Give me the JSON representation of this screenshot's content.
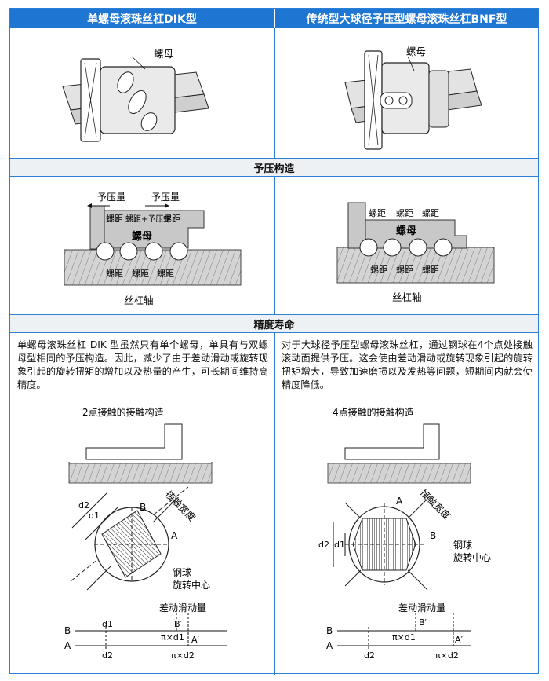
{
  "header": {
    "left_title": "单螺母滚珠丝杠DIK型",
    "right_title": "传统型大球径予压型螺母滚珠丝杠BNF型"
  },
  "top_diagrams": {
    "left_nut_label": "螺母",
    "right_nut_label": "螺母"
  },
  "preload_section": {
    "title": "予压构造",
    "left": {
      "preload_left": "予压量",
      "preload_right": "予压量",
      "pitch_top": [
        "螺距",
        "螺距+予压量",
        "螺距"
      ],
      "nut_label": "螺母",
      "pitch_bottom": [
        "螺距",
        "螺距",
        "螺距"
      ],
      "shaft_label": "丝杠轴"
    },
    "right": {
      "pitch_top": [
        "螺距",
        "螺距",
        "螺距"
      ],
      "nut_label": "螺母",
      "pitch_bottom": [
        "螺距",
        "螺距",
        "螺距"
      ],
      "shaft_label": "丝杠轴"
    }
  },
  "life_section": {
    "title": "精度寿命",
    "left_text": "单螺母滚珠丝杠 DIK 型虽然只有单个螺母，单具有与双螺母型相同的予压构造。因此，减少了由于差动滑动或旋转现象引起的旋转扭矩的增加以及热量的产生，可长期间维持高精度。",
    "right_text": "对于大球径予压型螺母滚珠丝杠，通过钢球在4个点处接触滚动面提供予压。这会使由差动滑动或旋转现象引起的旋转扭矩增大，导致加速磨损以及发热等问题，短期间内就会使精度降低。",
    "left_diagram": {
      "caption": "2点接触的接触构造",
      "contact_width": "接触宽度",
      "label_b": "B",
      "label_a": "A",
      "d1": "d1",
      "d2": "d2",
      "ball_center": [
        "钢球",
        "旋转中心"
      ],
      "diff_slip": "差动滑动量",
      "b_prime": "B′",
      "a_prime": "A′",
      "pi_d1": "π×d1",
      "pi_d2": "π×d2"
    },
    "right_diagram": {
      "caption": "4点接触的接触构造",
      "contact_width": "接触宽度",
      "label_a": "A",
      "label_b": "B",
      "d1": "d1",
      "d2": "d2",
      "ball_center": [
        "钢球",
        "旋转中心"
      ],
      "diff_slip": "差动滑动量",
      "b_prime": "B′",
      "a_prime": "A′",
      "pi_d1": "π×d1",
      "pi_d2": "π×d2"
    }
  },
  "colors": {
    "header_blue": "#1e76d2",
    "border_blue": "#2b7fd6",
    "band_gray": "#eef1f4",
    "part_gray": "#c8c8c8"
  }
}
